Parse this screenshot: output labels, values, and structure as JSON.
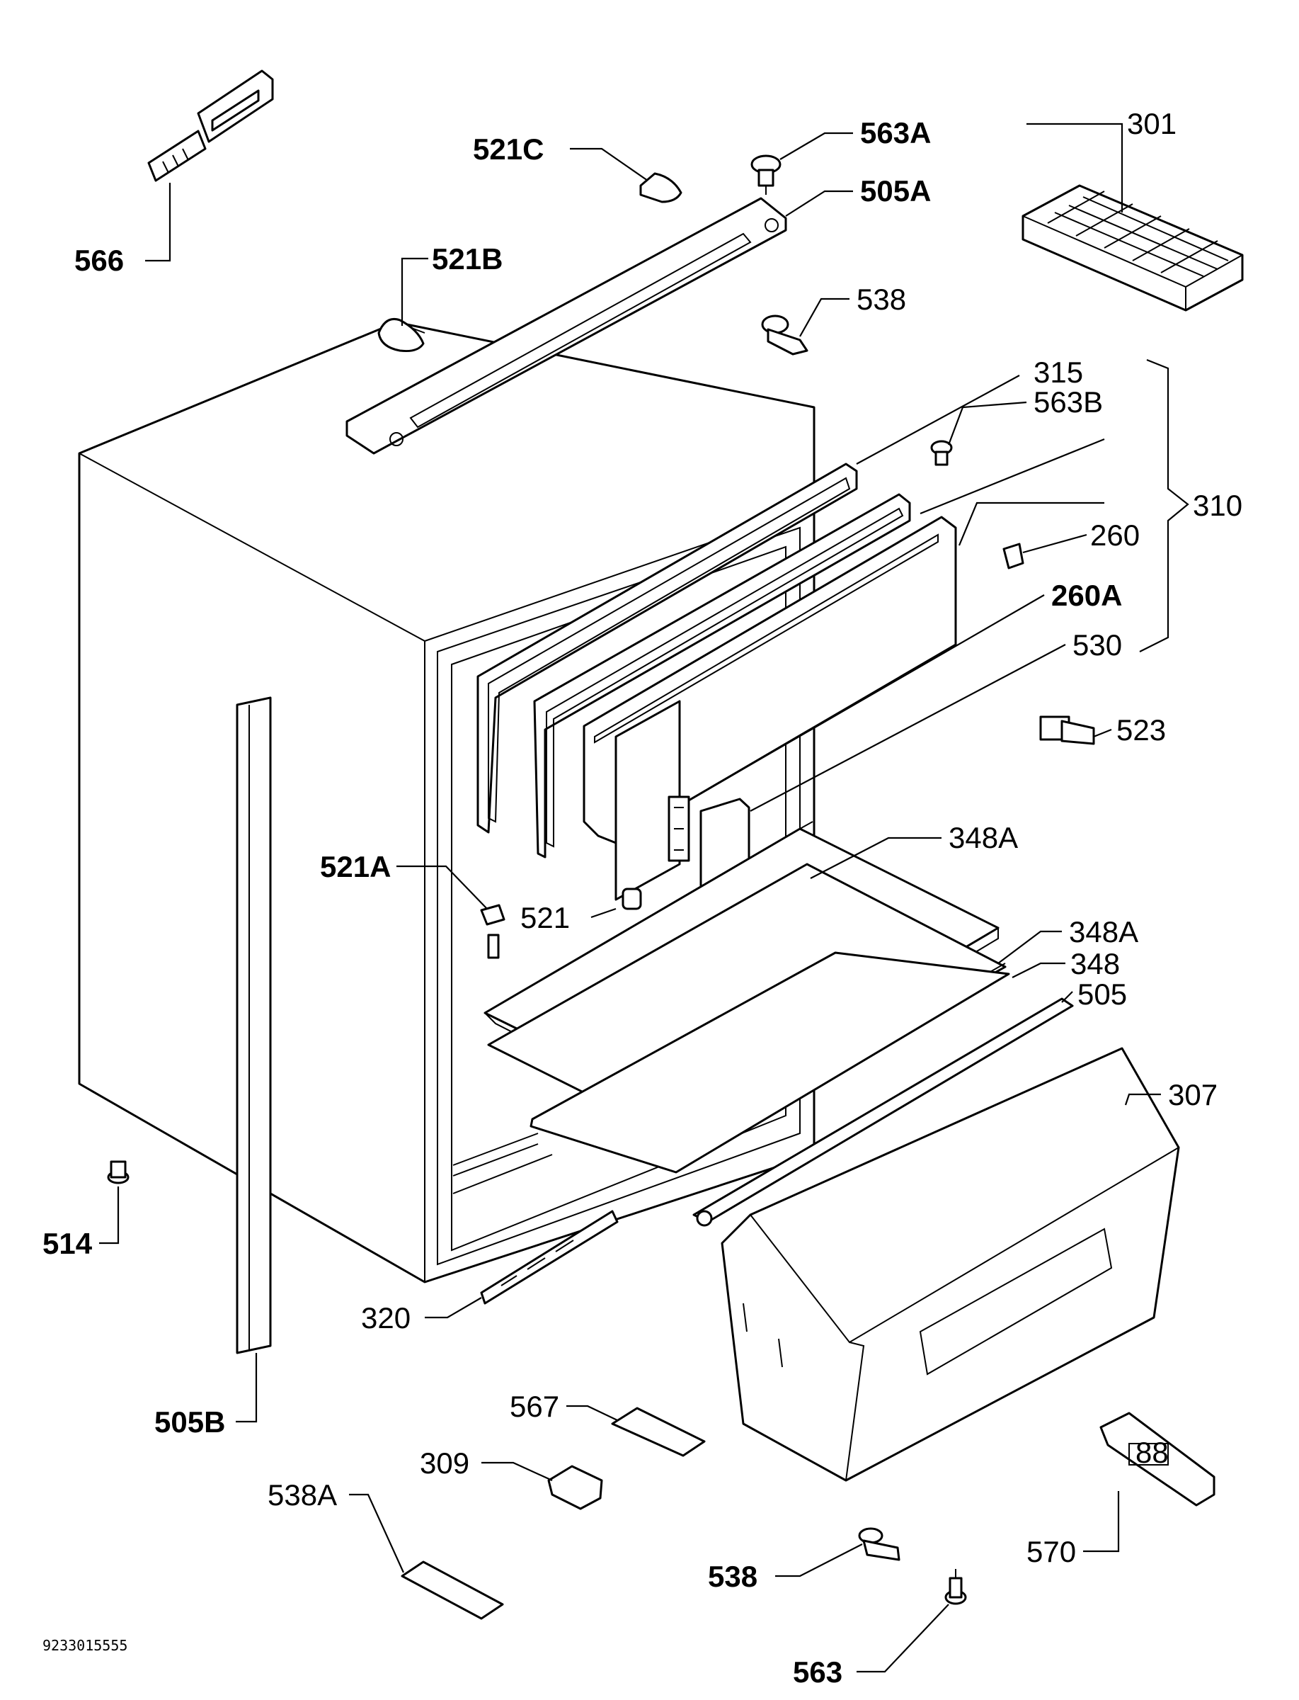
{
  "labels": {
    "l566": "566",
    "l521C": "521C",
    "l563A": "563A",
    "l505A": "505A",
    "l301": "301",
    "l521B": "521B",
    "l538top": "538",
    "l315": "315",
    "l563B": "563B",
    "l310": "310",
    "l260": "260",
    "l260A": "260A",
    "l530": "530",
    "l523": "523",
    "l348Atop": "348A",
    "l521A": "521A",
    "l521": "521",
    "l348Amid": "348A",
    "l348": "348",
    "l505": "505",
    "l307": "307",
    "l514": "514",
    "l320": "320",
    "l505B": "505B",
    "l567": "567",
    "l309": "309",
    "l538A": "538A",
    "l570": "570",
    "l538bot": "538",
    "l563": "563"
  },
  "display_digits": "88",
  "document_number": "9233015555"
}
